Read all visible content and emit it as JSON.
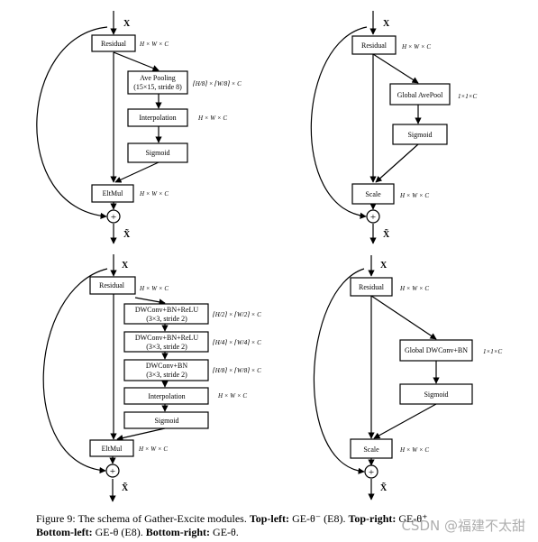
{
  "caption": {
    "figure_label": "Figure 9:",
    "intro": "The schema of Gather-Excite modules.",
    "top_left_key": "Top-left:",
    "top_left_val": "GE-θ⁻ (E8).",
    "top_right_key": "Top-right:",
    "top_right_val": "GE-θ⁺",
    "bottom_left_key": "Bottom-left:",
    "bottom_left_val": "GE-θ (E8).",
    "bottom_right_key": "Bottom-right:",
    "bottom_right_val": "GE-θ."
  },
  "watermark": "CSDN @福建不太甜",
  "diagrams": {
    "input_symbol": "X",
    "output_symbol": "X̃",
    "plus": "+",
    "top_left": {
      "residual": "Residual",
      "residual_dim": "H × W × C",
      "pool_line1": "Ave Pooling",
      "pool_line2": "(15×15, stride 8)",
      "pool_dim": "⌈H/8⌉ × ⌈W/8⌉ × C",
      "interp": "Interpolation",
      "interp_dim": "H × W × C",
      "sigmoid": "Sigmoid",
      "eltmul": "EltMul",
      "eltmul_dim": "H × W × C"
    },
    "top_right": {
      "residual": "Residual",
      "residual_dim": "H × W × C",
      "gap": "Global AvePool",
      "gap_dim": "1×1×C",
      "sigmoid": "Sigmoid",
      "scale": "Scale",
      "scale_dim": "H × W × C"
    },
    "bottom_left": {
      "residual": "Residual",
      "residual_dim": "H × W × C",
      "dw1_line1": "DWConv+BN+ReLU",
      "dw1_line2": "(3×3, stride 2)",
      "dw1_dim": "⌈H/2⌉ × ⌈W/2⌉ × C",
      "dw2_line1": "DWConv+BN+ReLU",
      "dw2_line2": "(3×3, stride 2)",
      "dw2_dim": "⌈H/4⌉ × ⌈W/4⌉ × C",
      "dw3_line1": "DWConv+BN",
      "dw3_line2": "(3×3, stride 2)",
      "dw3_dim": "⌈H/8⌉ × ⌈W/8⌉ × C",
      "interp": "Interpolation",
      "interp_dim": "H × W × C",
      "sigmoid": "Sigmoid",
      "eltmul": "EltMul",
      "eltmul_dim": "H × W × C"
    },
    "bottom_right": {
      "residual": "Residual",
      "residual_dim": "H × W × C",
      "gdw": "Global DWConv+BN",
      "gdw_dim": "1×1×C",
      "sigmoid": "Sigmoid",
      "scale": "Scale",
      "scale_dim": "H × W × C"
    }
  }
}
